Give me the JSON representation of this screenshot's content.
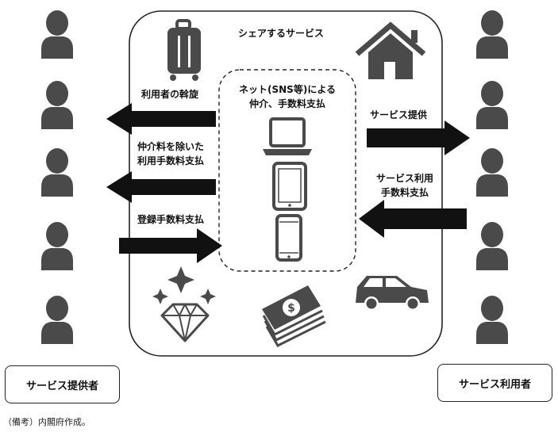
{
  "diagram": {
    "title": "シェアするサービス",
    "platform_label": [
      "ネット(SNS等)による",
      "仲介、手数料支払"
    ],
    "left_flows": {
      "referral": "利用者の斡旋",
      "fee_minus_commission": [
        "仲介料を除いた",
        "利用手数料支払"
      ],
      "registration_fee": "登録手数料支払"
    },
    "right_flows": {
      "service_provision": "サービス提供",
      "service_fee": [
        "サービス利用",
        "手数料支払"
      ]
    },
    "providers_label": "サービス提供者",
    "users_label": "サービス利用者",
    "note": "（備考）内閣府作成。",
    "icons": [
      "person-icon",
      "suitcase-icon",
      "house-icon",
      "laptop-icon",
      "tablet-icon",
      "smartphone-icon",
      "diamond-icon",
      "money-icon",
      "car-icon"
    ],
    "colors": {
      "ink": "#111111",
      "icon_gray": "#4a4a4a"
    }
  }
}
